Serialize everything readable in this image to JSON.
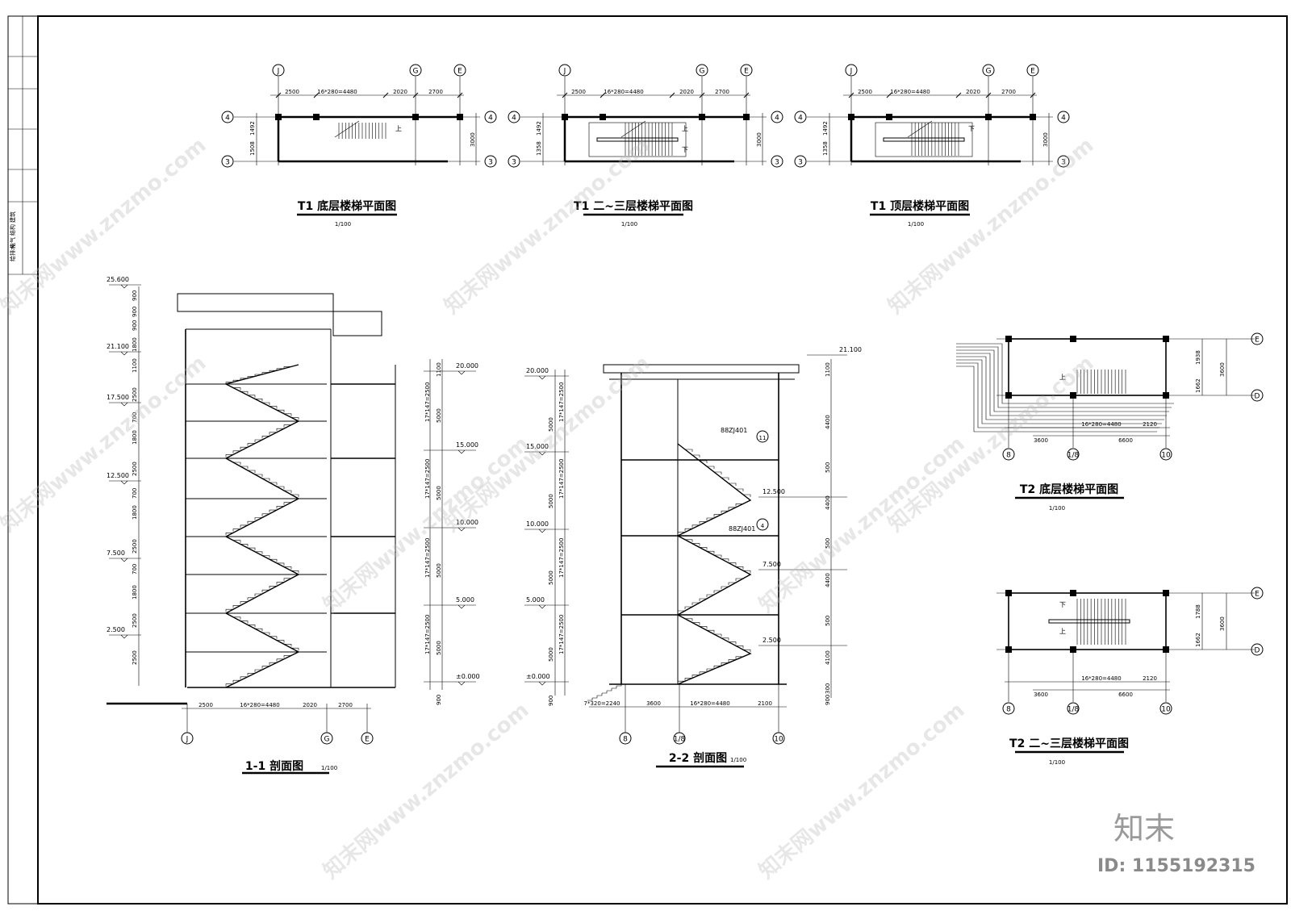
{
  "plans": [
    {
      "title": "T1 底层楼梯平面图",
      "scale": "1/100",
      "dims": [
        "2500",
        "16*280=4480",
        "2020",
        "2700"
      ],
      "side": [
        "1492",
        "1508"
      ],
      "right": "3000",
      "axes": [
        "J",
        "G",
        "E"
      ],
      "rows": [
        "4",
        "3"
      ],
      "arrows": [
        "上"
      ]
    },
    {
      "title": "T1 二~三层楼梯平面图",
      "scale": "1/100",
      "dims": [
        "2500",
        "16*280=4480",
        "2020",
        "2700"
      ],
      "side": [
        "1492",
        "1358"
      ],
      "right": "3000",
      "axes": [
        "J",
        "G",
        "E"
      ],
      "rows": [
        "4",
        "3"
      ],
      "arrows": [
        "上",
        "下"
      ]
    },
    {
      "title": "T1 顶层楼梯平面图",
      "scale": "1/100",
      "dims": [
        "2500",
        "16*280=4480",
        "2020",
        "2700"
      ],
      "side": [
        "1492",
        "1358"
      ],
      "right": "3000",
      "axes": [
        "J",
        "G",
        "E"
      ],
      "rows": [
        "4",
        "3"
      ],
      "arrows": [
        "下"
      ]
    }
  ],
  "t2plans": [
    {
      "title": "T2 底层楼梯平面图",
      "scale": "1/100",
      "dims": [
        "3600",
        "16*280=4480",
        "2120"
      ],
      "total": "6600",
      "right": [
        "1938",
        "1662"
      ],
      "rightTotal": "3600",
      "axes": [
        "8",
        "1/8",
        "10"
      ],
      "rows": [
        "E",
        "D"
      ],
      "arrows": [
        "上"
      ]
    },
    {
      "title": "T2 二~三层楼梯平面图",
      "scale": "1/100",
      "dims": [
        "3600",
        "16*280=4480",
        "2120"
      ],
      "total": "6600",
      "right": [
        "1788",
        "1662"
      ],
      "rightTotal": "3600",
      "axes": [
        "8",
        "1/8",
        "10"
      ],
      "rows": [
        "E",
        "D"
      ],
      "arrows": [
        "上",
        "下"
      ]
    }
  ],
  "section1": {
    "title": "1-1 剖面图",
    "scale": "1/100",
    "levels": [
      "25.600",
      "21.100",
      "17.500",
      "12.500",
      "7.500",
      "2.500"
    ],
    "leftDims": [
      "900",
      "900",
      "900",
      "1800",
      "1100",
      "2500",
      "700",
      "1800",
      "2500",
      "700",
      "1800",
      "2500",
      "700",
      "1800",
      "2500",
      "2500"
    ],
    "rightLevels": [
      "20.000",
      "15.000",
      "10.000",
      "5.000",
      "±0.000"
    ],
    "riser": "17*147=2500",
    "rightDims": [
      "1100",
      "5000",
      "5000",
      "5000",
      "5000",
      "900"
    ],
    "bottomDims": [
      "2500",
      "16*280=4480",
      "2020",
      "2700"
    ],
    "axes": [
      "J",
      "G",
      "E"
    ]
  },
  "section2": {
    "title": "2-2 剖面图",
    "scale": "1/100",
    "levels": [
      "20.000",
      "15.000",
      "10.000",
      "5.000",
      "±0.000"
    ],
    "leftDims": [
      "5000",
      "5000",
      "5000",
      "5000",
      "900"
    ],
    "riser": "17*147=2500",
    "rightLevels": [
      "21.100",
      "12.500",
      "7.500",
      "2.500"
    ],
    "rightDims": [
      "1100",
      "4400",
      "500",
      "4400",
      "500",
      "4400",
      "500",
      "4100",
      "300",
      "900"
    ],
    "bottomDims": [
      "7*320=2240",
      "3600",
      "16*280=4480",
      "2100"
    ],
    "notes": [
      "88ZJ401",
      "88ZJ401"
    ],
    "noteMarks": [
      "11",
      "4"
    ],
    "axes": [
      "8",
      "1/8",
      "10"
    ]
  },
  "titleblock": [
    "建筑",
    "结构",
    "电气",
    "给排水"
  ],
  "watermark": "知末网www.znzmo.com",
  "brand": "知末",
  "id": "ID: 1155192315"
}
